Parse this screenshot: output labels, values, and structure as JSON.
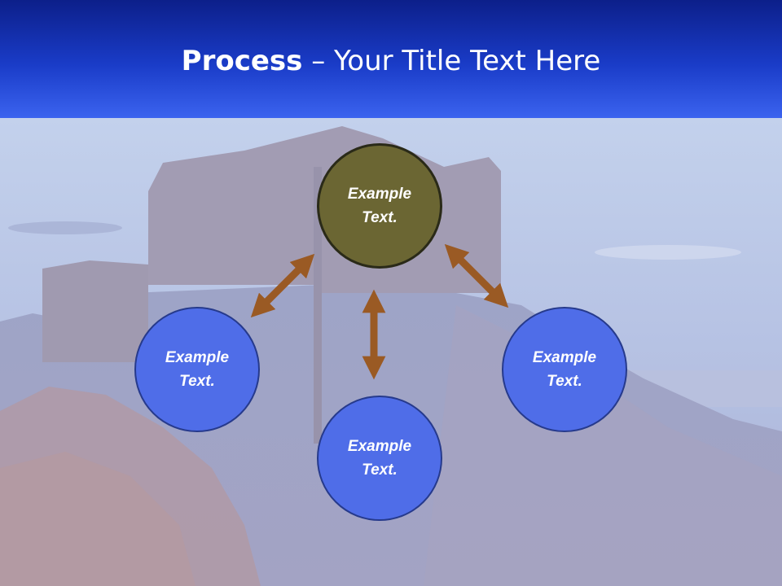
{
  "slide": {
    "title_bold": "Process",
    "title_dash": " – ",
    "title_rest": "Your Title Text Here"
  },
  "diagram": {
    "center_node": {
      "text": "Example Text."
    },
    "left_node": {
      "text": "Example Text."
    },
    "bottom_node": {
      "text": "Example Text."
    },
    "right_node": {
      "text": "Example Text."
    }
  },
  "colors": {
    "header_top": "#0c1f8a",
    "header_bottom": "#3b63ef",
    "node_fill": "#4f6de8",
    "center_fill": "#6b6633",
    "arrow": "#9a5a24"
  }
}
